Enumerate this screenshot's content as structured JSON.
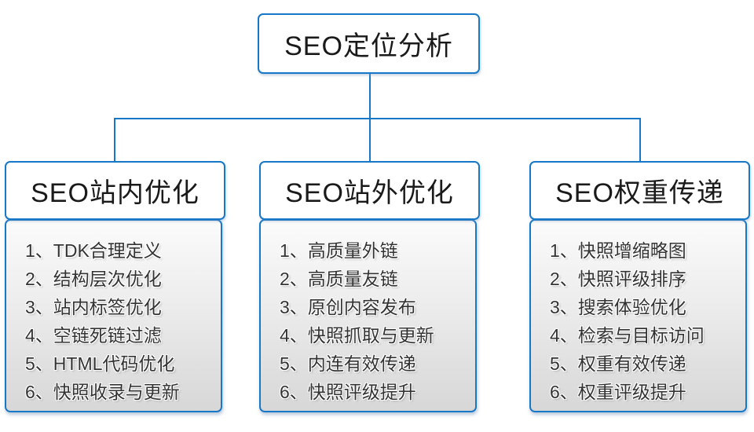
{
  "diagram_title": "SEO定位分析",
  "root": {
    "title": "SEO定位分析"
  },
  "columns": [
    {
      "title": "SEO站内优化",
      "items": [
        "1、TDK合理定义",
        "2、结构层次优化",
        "3、站内标签优化",
        "4、空链死链过滤",
        "5、HTML代码优化",
        "6、快照收录与更新"
      ]
    },
    {
      "title": "SEO站外优化",
      "items": [
        "1、高质量外链",
        "2、高质量友链",
        "3、原创内容发布",
        "4、快照抓取与更新",
        "5、内连有效传递",
        "6、快照评级提升"
      ]
    },
    {
      "title": "SEO权重传递",
      "items": [
        "1、快照增缩略图",
        "2、快照评级排序",
        "3、搜索体验优化",
        "4、检索与目标访问",
        "5、权重有效传递",
        "6、权重评级提升"
      ]
    }
  ],
  "colors": {
    "line_blue": "#1878c8",
    "box_background": "#ffffff",
    "page_background": "#ffffff",
    "body_gradient_top": "#fbfbfb",
    "body_gradient_bottom": "#d7d7d7",
    "title_text": "#1a1a1a",
    "item_text": "#333333"
  }
}
